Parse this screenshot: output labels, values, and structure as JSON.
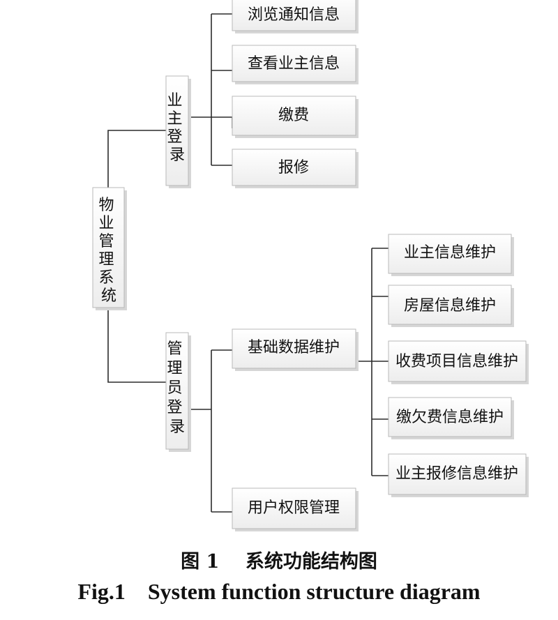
{
  "root": {
    "label": "物业管理系统"
  },
  "owner_login": {
    "label": "业主登录",
    "children": [
      "浏览通知信息",
      "查看业主信息",
      "缴费",
      "报修"
    ]
  },
  "admin_login": {
    "label": "管理员登录",
    "children": [
      "基础数据维护",
      "用户权限管理"
    ]
  },
  "basic_data": {
    "children": [
      "业主信息维护",
      "房屋信息维护",
      "收费项目信息维护",
      "缴欠费信息维护",
      "业主报修信息维护"
    ]
  },
  "caption": {
    "cn_number": "图 1",
    "cn_title": "系统功能结构图",
    "en_number": "Fig.1",
    "en_title": "System function structure diagram"
  }
}
